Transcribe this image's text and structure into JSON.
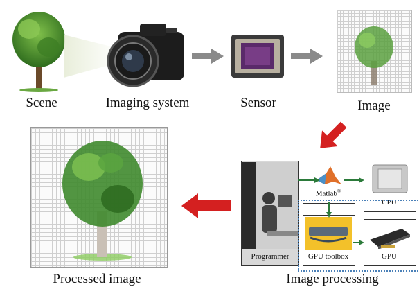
{
  "labels": {
    "scene": "Scene",
    "imaging_system": "Imaging system",
    "sensor": "Sensor",
    "image": "Image",
    "processed_image": "Processed image",
    "image_processing": "Image processing"
  },
  "processing": {
    "programmer": "Programmer",
    "matlab": "Matlab",
    "matlab_mark": "®",
    "cpu": "CPU",
    "gpu_toolbox": "GPU toolbox",
    "gpu": "GPU"
  },
  "colors": {
    "gray_arrow": "#8a8a8a",
    "red_arrow": "#d42020",
    "green_arrow": "#2b7a3a"
  }
}
